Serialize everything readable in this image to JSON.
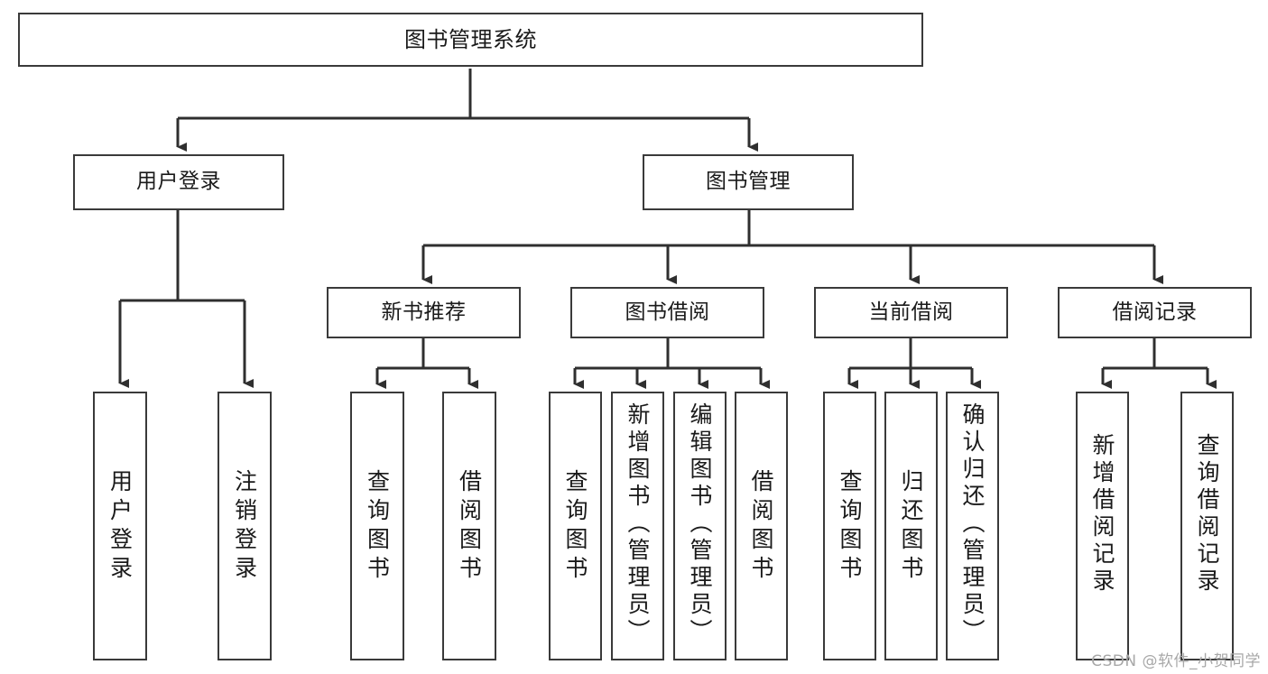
{
  "diagram": {
    "title": "图书管理系统",
    "type": "tree-hierarchy-chart",
    "watermark": "CSDN @软件_小贺同学",
    "line_color": "#3a3a3a",
    "box_fill": "#ffffff",
    "text_color": "#1a1a1a"
  },
  "root": {
    "label": "图书管理系统"
  },
  "level2": [
    {
      "label": "用户登录"
    },
    {
      "label": "图书管理"
    }
  ],
  "level3": [
    {
      "label": "新书推荐"
    },
    {
      "label": "图书借阅"
    },
    {
      "label": "当前借阅"
    },
    {
      "label": "借阅记录"
    }
  ],
  "leaves": {
    "user_login": [
      {
        "label": "用户登录"
      },
      {
        "label": "注销登录"
      }
    ],
    "new_book_recommend": [
      {
        "label": "查询图书"
      },
      {
        "label": "借阅图书"
      }
    ],
    "book_borrow": [
      {
        "label": "查询图书"
      },
      {
        "label": "新增图书（管理员）"
      },
      {
        "label": "编辑图书（管理员）"
      },
      {
        "label": "借阅图书"
      }
    ],
    "current_borrow": [
      {
        "label": "查询图书"
      },
      {
        "label": "归还图书"
      },
      {
        "label": "确认归还（管理员）"
      }
    ],
    "borrow_record": [
      {
        "label": "新增借阅记录"
      },
      {
        "label": "查询借阅记录"
      }
    ]
  }
}
